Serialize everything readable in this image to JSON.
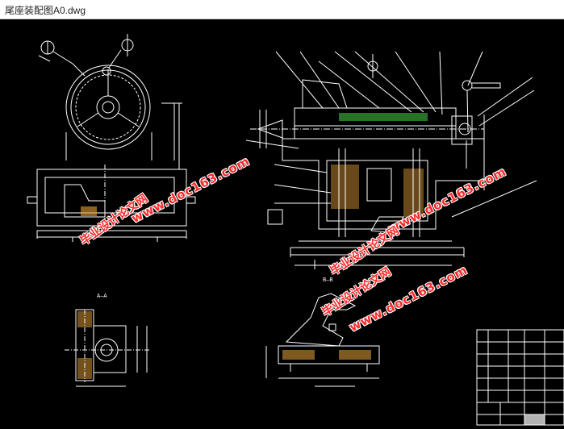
{
  "window": {
    "title": "尾座装配图A0.dwg"
  },
  "drawing": {
    "view_labels": {
      "a": "A—A",
      "b": "B—B"
    },
    "watermarks": [
      {
        "id": "url1",
        "text": "www.doc163.com"
      },
      {
        "id": "cn1",
        "text": "毕业设计论文网"
      },
      {
        "id": "url2",
        "text": "www.doc163.com"
      },
      {
        "id": "cn2",
        "text": "毕业设计论文网"
      },
      {
        "id": "url3",
        "text": "www.doc163.com"
      },
      {
        "id": "cn3",
        "text": "毕业设计论文网"
      }
    ],
    "colors": {
      "background": "#000000",
      "line": "#ffffff",
      "dim": "#ffffff",
      "hatch_orange": "#e8a23a",
      "hatch_green": "#46d046",
      "watermark": "#ff2a2a"
    }
  }
}
